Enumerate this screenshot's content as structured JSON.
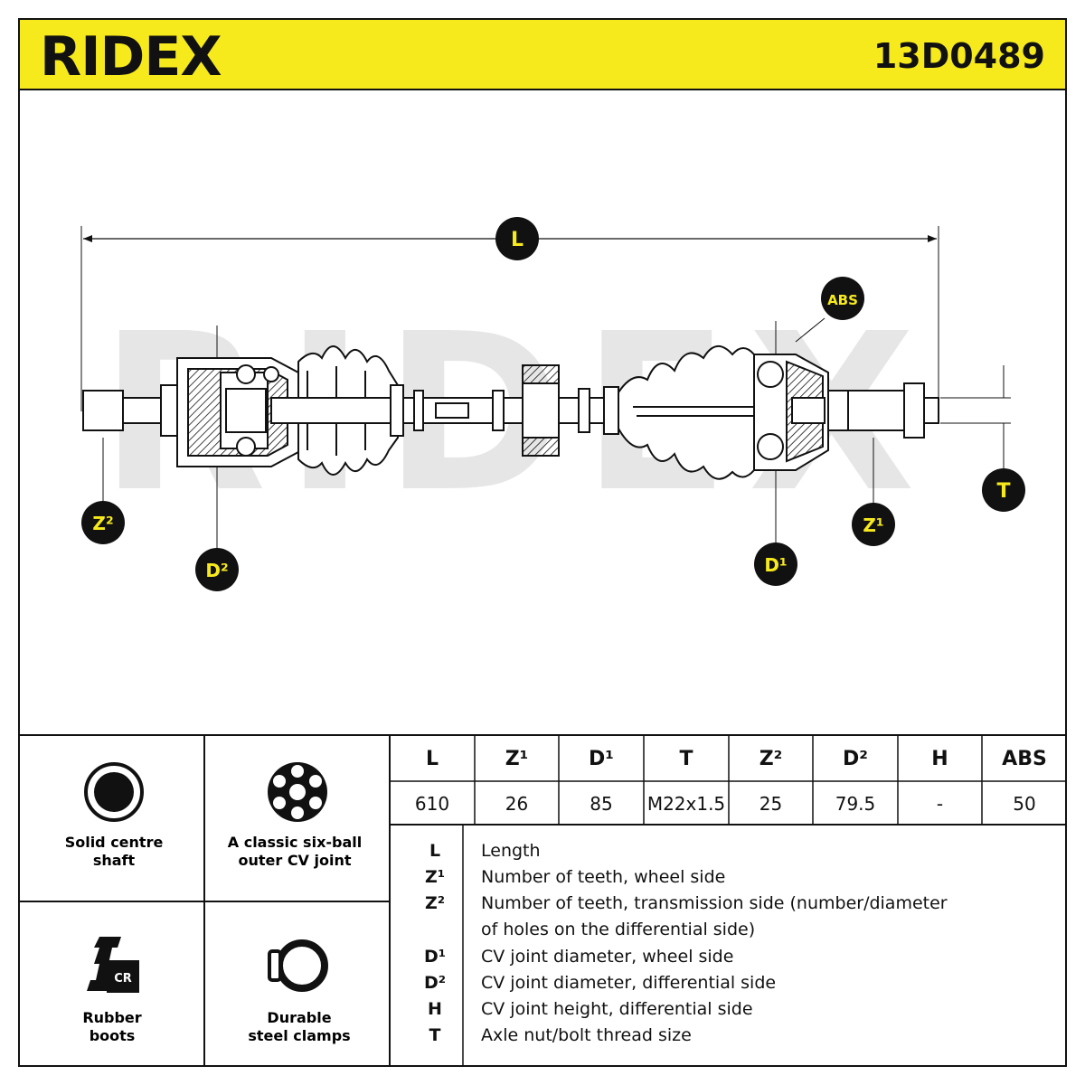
{
  "header": {
    "brand": "RIDEX",
    "part_number": "13D0489"
  },
  "diagram": {
    "watermark": "RIDEX",
    "callouts": {
      "L": "L",
      "ABS": "ABS",
      "T": "T",
      "Z1": "Z¹",
      "Z2": "Z²",
      "D1": "D¹",
      "D2": "D²"
    }
  },
  "features": [
    {
      "label_line1": "Solid centre",
      "label_line2": "shaft",
      "icon": "solid-shaft-icon"
    },
    {
      "label_line1": "A classic six-ball",
      "label_line2": "outer CV joint",
      "icon": "six-ball-joint-icon"
    },
    {
      "label_line1": "Rubber",
      "label_line2": "boots",
      "icon": "rubber-boot-cr-icon",
      "badge": "CR"
    },
    {
      "label_line1": "Durable",
      "label_line2": "steel clamps",
      "icon": "steel-clamp-icon"
    }
  ],
  "spec_table": {
    "headers": [
      "L",
      "Z¹",
      "D¹",
      "T",
      "Z²",
      "D²",
      "H",
      "ABS"
    ],
    "values": [
      "610",
      "26",
      "85",
      "M22x1.5",
      "25",
      "79.5",
      "-",
      "50"
    ]
  },
  "glossary": [
    {
      "key": "L",
      "text": "Length"
    },
    {
      "key": "Z¹",
      "text": "Number of teeth, wheel side"
    },
    {
      "key": "Z²",
      "text": "Number of teeth, transmission side (number/diameter",
      "text2": "of holes on the differential side)"
    },
    {
      "key": "D¹",
      "text": "CV joint diameter, wheel side"
    },
    {
      "key": "D²",
      "text": "CV joint diameter, differential side"
    },
    {
      "key": "H",
      "text": "CV joint height, differential side"
    },
    {
      "key": "T",
      "text": "Axle nut/bolt thread size"
    }
  ],
  "colors": {
    "accent": "#f7ea1c",
    "ink": "#111111",
    "watermark": "#e6e6e6"
  }
}
